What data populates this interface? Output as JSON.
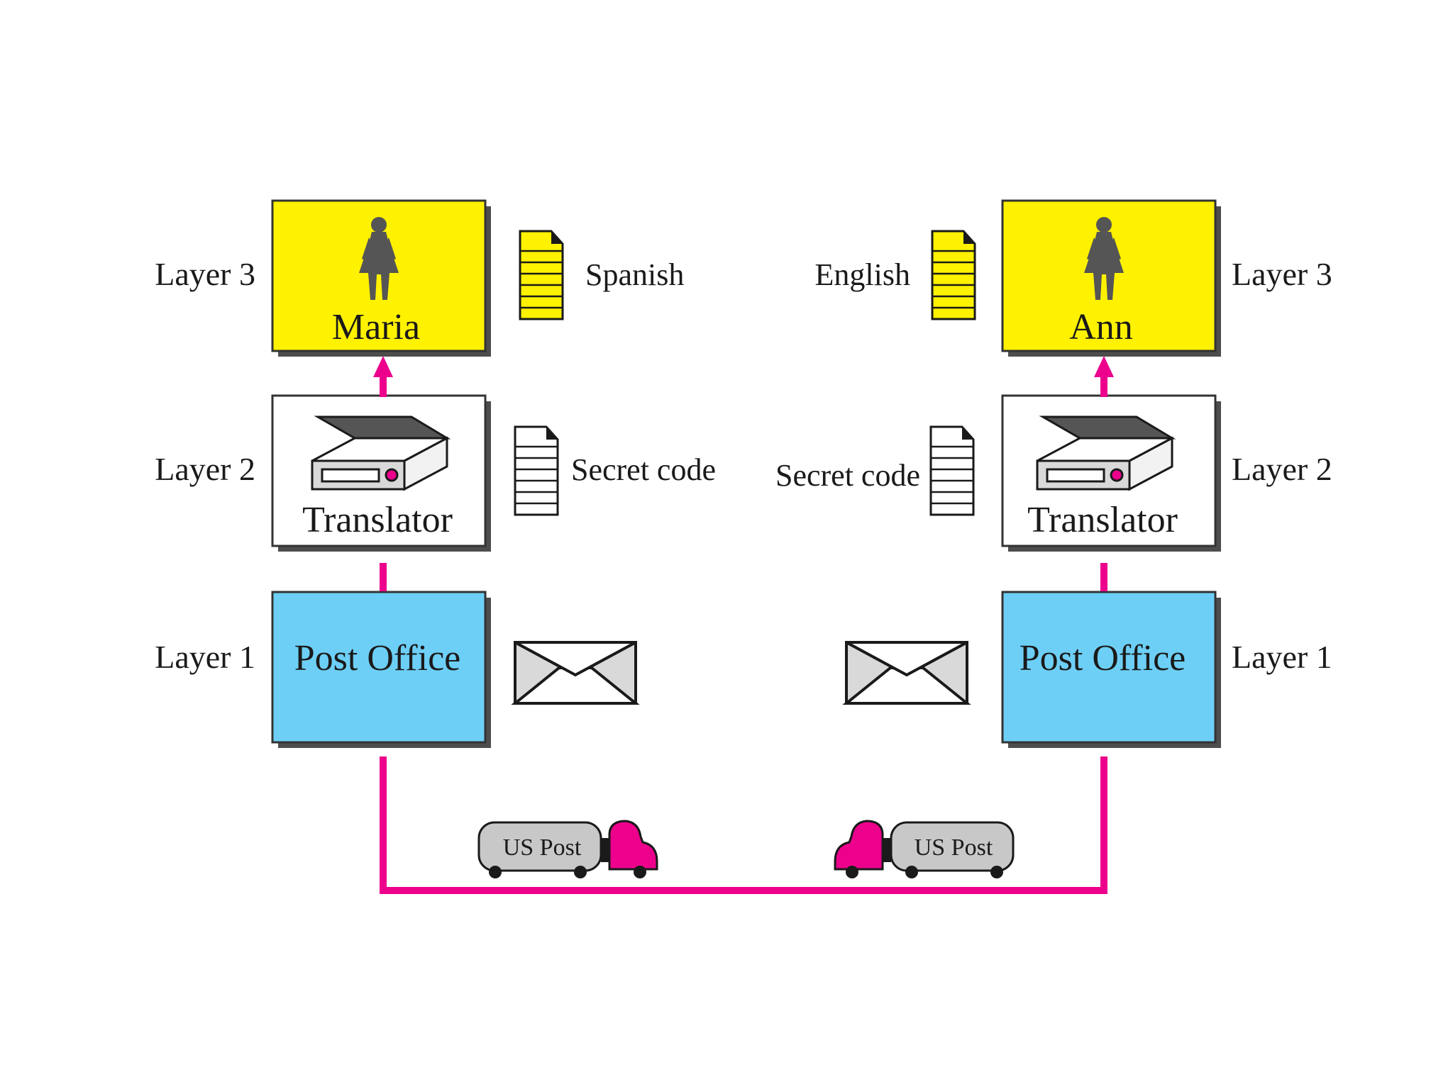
{
  "colors": {
    "layer3_fill": "#fff200",
    "layer2_fill": "#ffffff",
    "layer1_fill": "#6dcff6",
    "link": "#ec008c",
    "shadow": "#4d4d4d",
    "truck_body": "#c8c8c8",
    "truck_cab": "#ec008c"
  },
  "left": {
    "layer3_label": "Layer 3",
    "layer2_label": "Layer 2",
    "layer1_label": "Layer 1",
    "person_name": "Maria",
    "translator_label": "Translator",
    "post_office_label": "Post Office",
    "layer3_doc_label": "Spanish",
    "layer2_doc_label": "Secret code",
    "truck_label": "US Post",
    "icons": [
      "person-icon",
      "translator-machine-icon",
      "document-icon",
      "envelope-icon",
      "truck-icon"
    ]
  },
  "right": {
    "layer3_label": "Layer 3",
    "layer2_label": "Layer 2",
    "layer1_label": "Layer 1",
    "person_name": "Ann",
    "translator_label": "Translator",
    "post_office_label": "Post Office",
    "layer3_doc_label": "English",
    "layer2_doc_label": "Secret code",
    "truck_label": "US Post",
    "icons": [
      "person-icon",
      "translator-machine-icon",
      "document-icon",
      "envelope-icon",
      "truck-icon"
    ]
  }
}
